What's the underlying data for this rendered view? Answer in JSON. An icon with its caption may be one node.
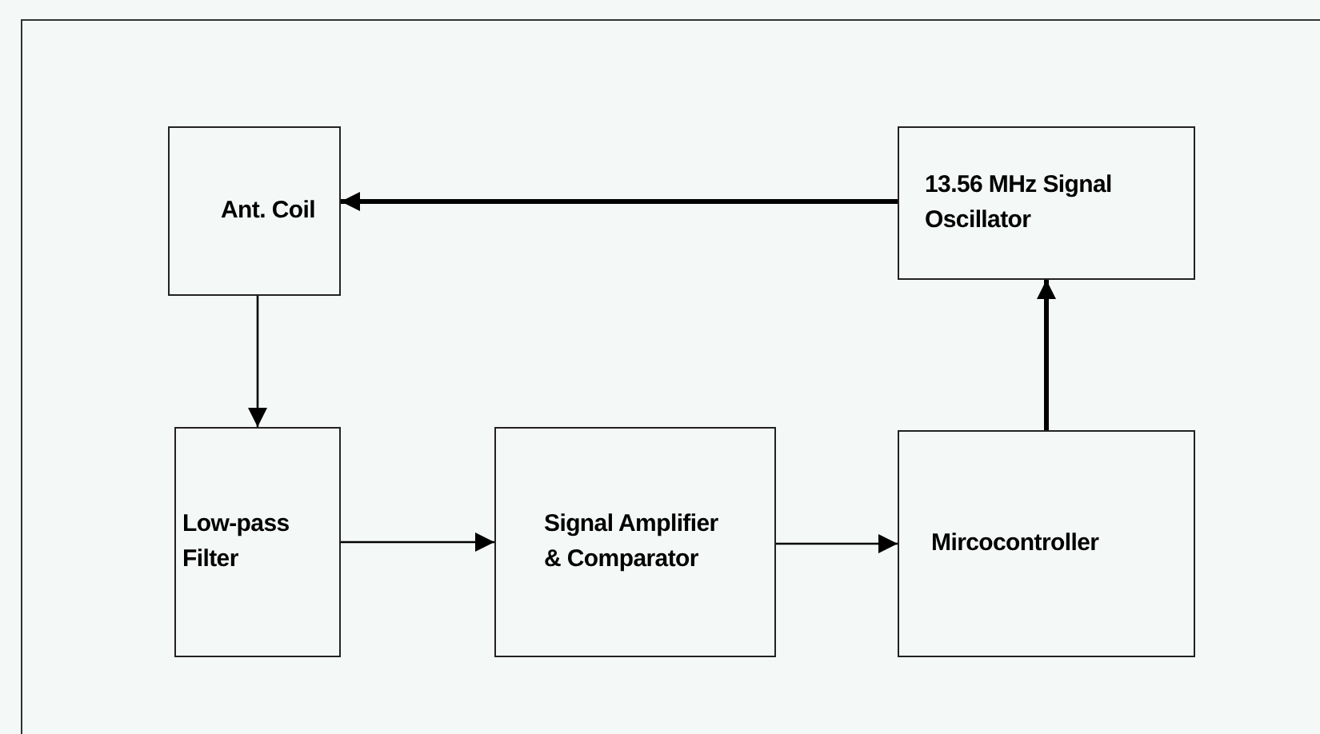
{
  "diagram": {
    "nodes": [
      {
        "text": [
          "Ant. Coil"
        ]
      },
      {
        "text": [
          "13.56 MHz Signal Oscillator"
        ]
      },
      {
        "text": [
          "Low-pass Filter"
        ]
      },
      {
        "text": [
          "Signal Amplifier & Comparator"
        ]
      },
      {
        "text": [
          "Mircocontroller"
        ]
      }
    ],
    "edges": [
      {
        "from": 1,
        "to": 0,
        "arrow": "to",
        "style": "thick"
      },
      {
        "from": 0,
        "to": 2,
        "arrow": "to"
      },
      {
        "from": 2,
        "to": 3,
        "arrow": "to"
      },
      {
        "from": 3,
        "to": 4,
        "arrow": "to"
      },
      {
        "from": 4,
        "to": 1,
        "arrow": "to",
        "style": "thick"
      }
    ]
  }
}
